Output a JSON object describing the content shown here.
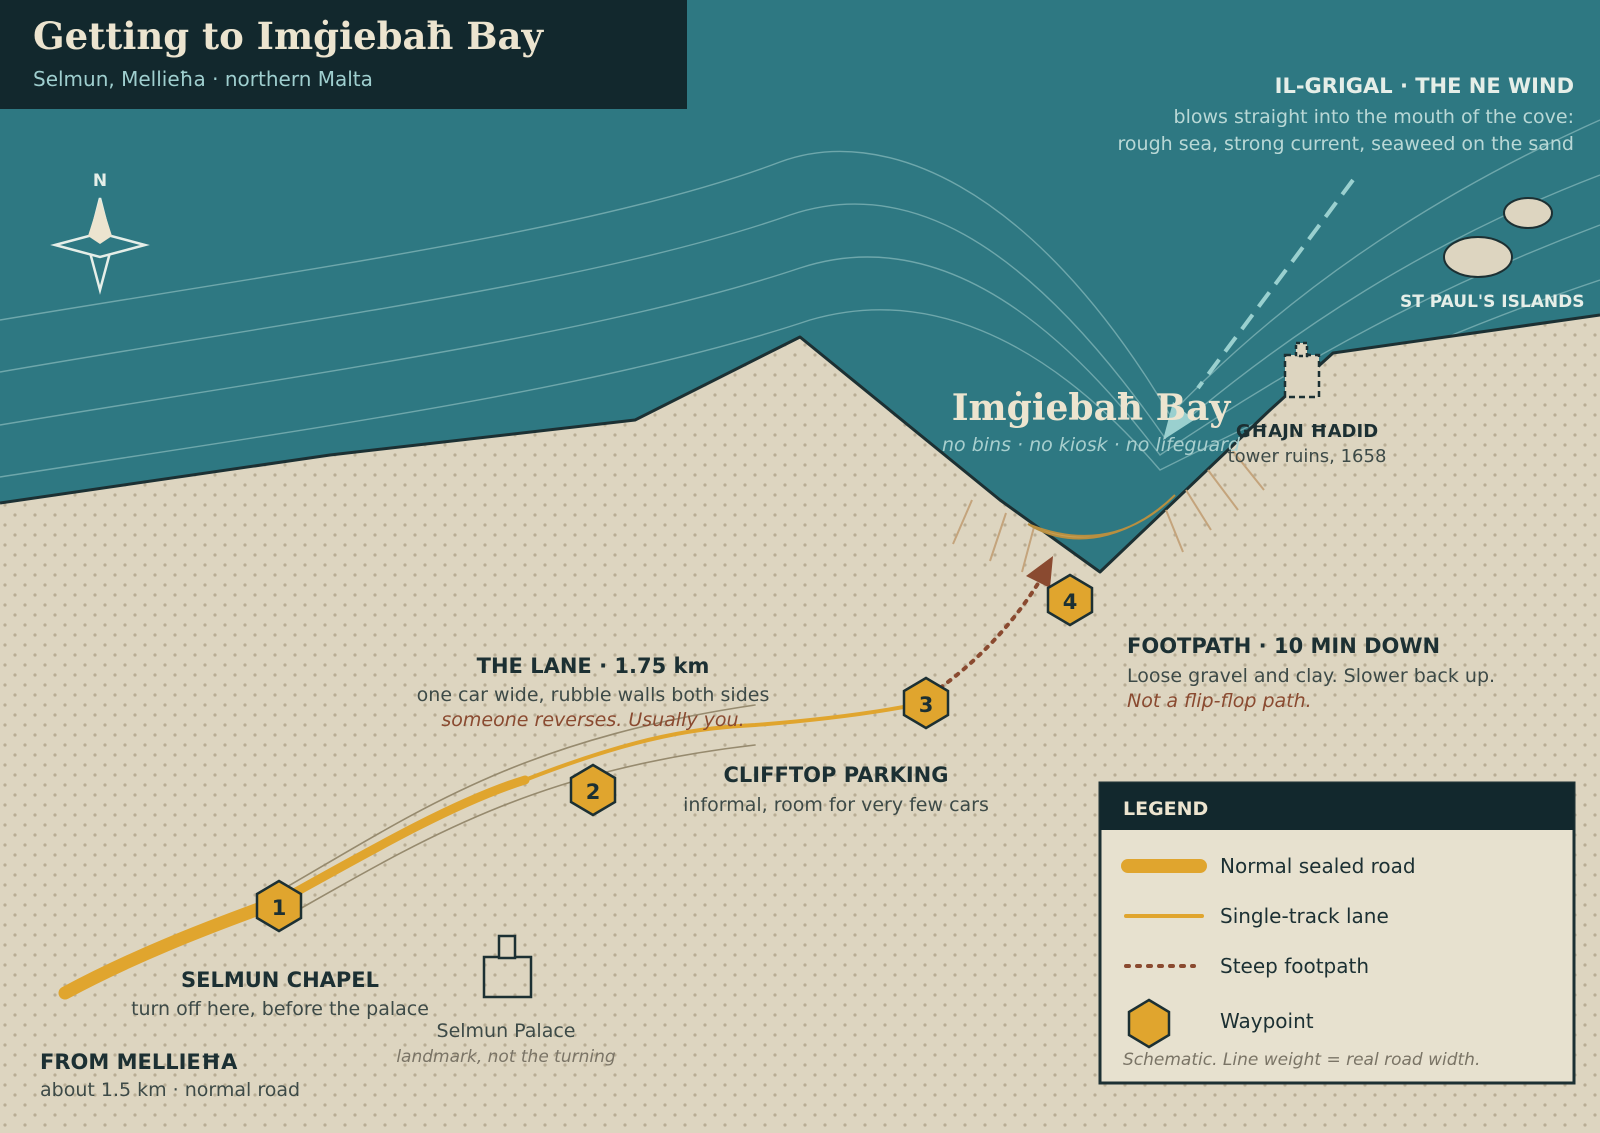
{
  "colors": {
    "sea": "#2e7882",
    "land": "#ddd5c0",
    "dark": "#12282d",
    "road": "#e0a52e",
    "footpath": "#8a4a30",
    "legend_bg": "#e7e1cf",
    "sand": "#c7a055"
  },
  "header": {
    "title": "Getting to Imġiebaħ Bay",
    "subtitle": "Selmun, Mellieħa · northern Malta"
  },
  "compass": {
    "label": "N",
    "icon": "compass-rose-icon"
  },
  "wind": {
    "title": "IL-GRIGAL · THE NE WIND",
    "line1": "blows straight into the mouth of the cove:",
    "line2": "rough sea, strong current, seaweed on the sand"
  },
  "islands": {
    "label": "ST PAUL'S ISLANDS"
  },
  "bay": {
    "name": "Imġiebaħ Bay",
    "note": "no bins · no kiosk · no lifeguard"
  },
  "tower": {
    "name": "GĦAJN ĦADID",
    "note": "tower ruins, 1658",
    "icon": "tower-ruin-icon"
  },
  "footpath_note": {
    "title": "FOOTPATH · 10 MIN DOWN",
    "line1": "Loose gravel and clay. Slower back up.",
    "warning": "Not a flip-flop path."
  },
  "lane": {
    "title": "THE LANE · 1.75 km",
    "line1": "one car wide, rubble walls both sides",
    "warning": "someone reverses. Usually you."
  },
  "parking": {
    "title": "CLIFFTOP PARKING",
    "note": "informal, room for very few cars"
  },
  "chapel": {
    "title": "SELMUN CHAPEL",
    "note": "turn off here, before the palace"
  },
  "palace": {
    "name": "Selmun Palace",
    "note": "landmark, not the turning",
    "icon": "palace-icon"
  },
  "start": {
    "title": "FROM MELLIEĦA",
    "note": "about 1.5 km · normal road"
  },
  "waypoints": [
    "1",
    "2",
    "3",
    "4"
  ],
  "legend": {
    "title": "LEGEND",
    "items": [
      {
        "label": "Normal sealed road",
        "icon": "sealed-road-line-icon"
      },
      {
        "label": "Single-track lane",
        "icon": "single-track-line-icon"
      },
      {
        "label": "Steep footpath",
        "icon": "footpath-dotted-line-icon"
      },
      {
        "label": "Waypoint",
        "icon": "waypoint-hexagon-icon"
      }
    ],
    "footnote": "Schematic. Line weight = real road width."
  }
}
